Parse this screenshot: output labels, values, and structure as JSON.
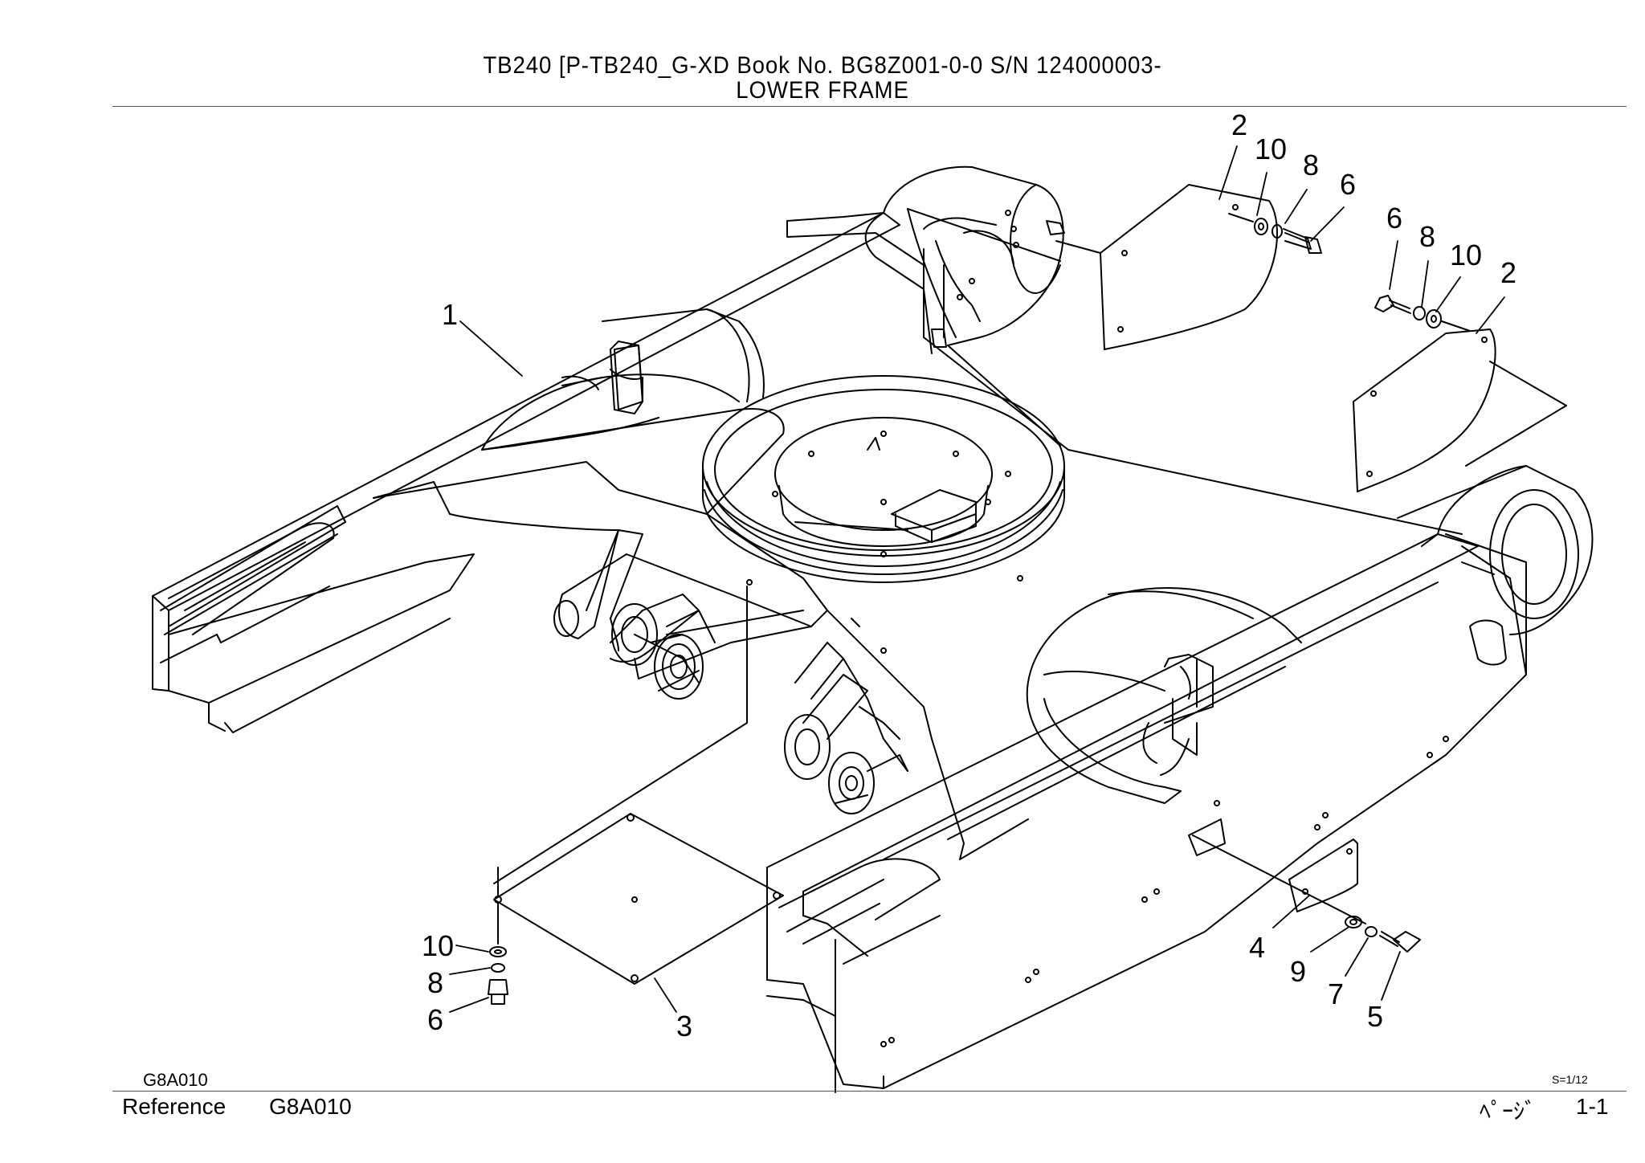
{
  "header": {
    "line1": "TB240  [P-TB240_G-XD  Book No. BG8Z001-0-0  S/N 124000003-",
    "title": "LOWER FRAME"
  },
  "footer": {
    "drawing_code": "G8A010",
    "reference_label": "Reference",
    "reference_code": "G8A010",
    "scale": "S=1/12",
    "page_label": "ﾍﾟｰｼﾞ",
    "page_number": "1-1"
  },
  "callouts": {
    "c1": "1",
    "c2a": "2",
    "c10a": "10",
    "c8a": "8",
    "c6a": "6",
    "c6b": "6",
    "c8b": "8",
    "c10b": "10",
    "c2b": "2",
    "c10c": "10",
    "c8c": "8",
    "c6c": "6",
    "c3": "3",
    "c4": "4",
    "c9": "9",
    "c7": "7",
    "c5": "5"
  }
}
